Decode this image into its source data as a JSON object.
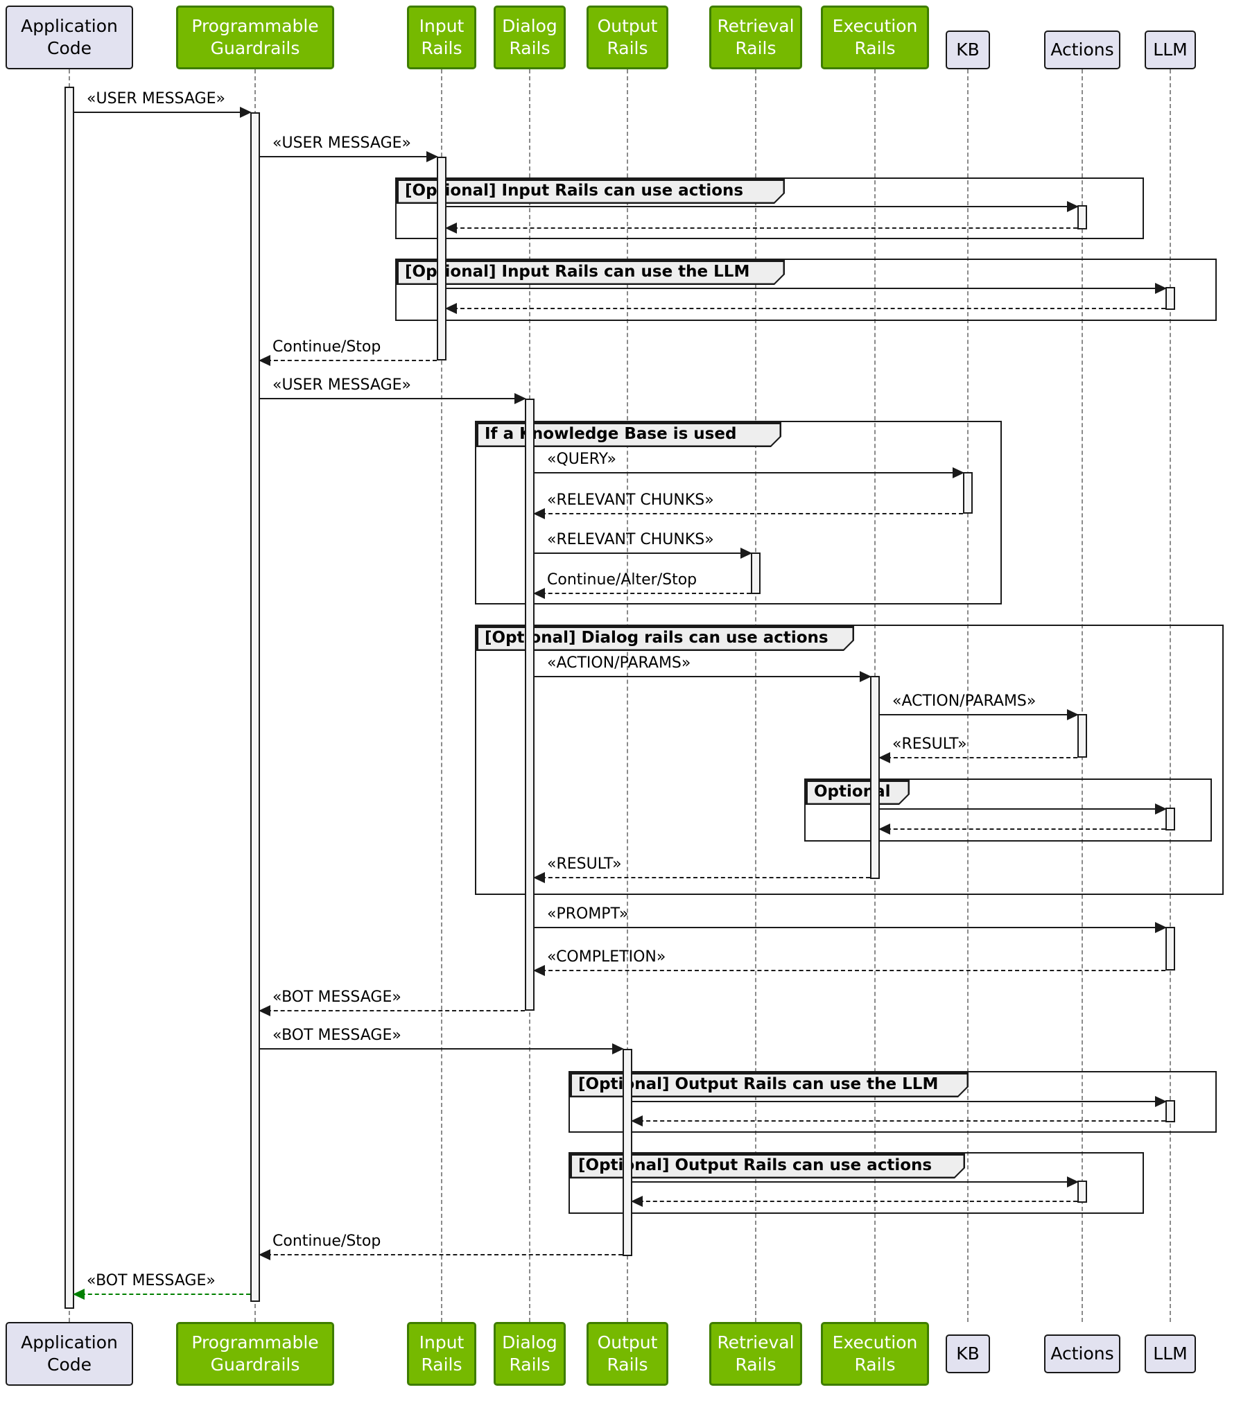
{
  "diagram_type": "uml-sequence-diagram",
  "colors": {
    "rail_green": "#76B900",
    "rail_green_border": "#3E7D00",
    "rail_green_text": "#FFFFFF",
    "neutral_bg": "#E2E2F0",
    "neutral_border": "#181818",
    "frame_label_bg": "#EEEEEE",
    "activation_bg": "#F4F4F4",
    "line_color": "#1A1A1A",
    "final_return": "#008000"
  },
  "participants": [
    {
      "id": "application-code",
      "label": "Application\nCode",
      "style": "neutral"
    },
    {
      "id": "programmable-guardrails",
      "label": "Programmable\nGuardrails",
      "style": "green"
    },
    {
      "id": "input-rails",
      "label": "Input\nRails",
      "style": "green"
    },
    {
      "id": "dialog-rails",
      "label": "Dialog\nRails",
      "style": "green"
    },
    {
      "id": "output-rails",
      "label": "Output\nRails",
      "style": "green"
    },
    {
      "id": "retrieval-rails",
      "label": "Retrieval\nRails",
      "style": "green"
    },
    {
      "id": "execution-rails",
      "label": "Execution\nRails",
      "style": "green"
    },
    {
      "id": "kb",
      "label": "KB",
      "style": "neutral"
    },
    {
      "id": "actions",
      "label": "Actions",
      "style": "neutral"
    },
    {
      "id": "llm",
      "label": "LLM",
      "style": "neutral"
    }
  ],
  "frames": [
    {
      "title": "[Optional] Input Rails can use actions"
    },
    {
      "title": "[Optional] Input Rails can use the LLM"
    },
    {
      "title": "If a Knowledge Base is used"
    },
    {
      "title": "[Optional] Dialog rails can use actions"
    },
    {
      "title": "Optional"
    },
    {
      "title": "[Optional] Output Rails can use the LLM"
    },
    {
      "title": "[Optional] Output Rails can use actions"
    }
  ],
  "messages": [
    {
      "label": "«USER MESSAGE»",
      "from": "application-code",
      "to": "programmable-guardrails",
      "kind": "solid"
    },
    {
      "label": "«USER MESSAGE»",
      "from": "programmable-guardrails",
      "to": "input-rails",
      "kind": "solid"
    },
    {
      "label": "",
      "from": "input-rails",
      "to": "actions",
      "kind": "solid"
    },
    {
      "label": "",
      "from": "actions",
      "to": "input-rails",
      "kind": "return"
    },
    {
      "label": "",
      "from": "input-rails",
      "to": "llm",
      "kind": "solid"
    },
    {
      "label": "",
      "from": "llm",
      "to": "input-rails",
      "kind": "return"
    },
    {
      "label": "Continue/Stop",
      "from": "input-rails",
      "to": "programmable-guardrails",
      "kind": "return"
    },
    {
      "label": "«USER MESSAGE»",
      "from": "programmable-guardrails",
      "to": "dialog-rails",
      "kind": "solid"
    },
    {
      "label": "«QUERY»",
      "from": "dialog-rails",
      "to": "kb",
      "kind": "solid"
    },
    {
      "label": "«RELEVANT CHUNKS»",
      "from": "kb",
      "to": "dialog-rails",
      "kind": "return"
    },
    {
      "label": "«RELEVANT CHUNKS»",
      "from": "dialog-rails",
      "to": "retrieval-rails",
      "kind": "solid"
    },
    {
      "label": "Continue/Alter/Stop",
      "from": "retrieval-rails",
      "to": "dialog-rails",
      "kind": "return"
    },
    {
      "label": "«ACTION/PARAMS»",
      "from": "dialog-rails",
      "to": "execution-rails",
      "kind": "solid"
    },
    {
      "label": "«ACTION/PARAMS»",
      "from": "execution-rails",
      "to": "actions",
      "kind": "solid"
    },
    {
      "label": "«RESULT»",
      "from": "actions",
      "to": "execution-rails",
      "kind": "return"
    },
    {
      "label": "",
      "from": "execution-rails",
      "to": "llm",
      "kind": "solid"
    },
    {
      "label": "",
      "from": "llm",
      "to": "execution-rails",
      "kind": "return"
    },
    {
      "label": "«RESULT»",
      "from": "execution-rails",
      "to": "dialog-rails",
      "kind": "return"
    },
    {
      "label": "«PROMPT»",
      "from": "dialog-rails",
      "to": "llm",
      "kind": "solid"
    },
    {
      "label": "«COMPLETION»",
      "from": "llm",
      "to": "dialog-rails",
      "kind": "return"
    },
    {
      "label": "«BOT MESSAGE»",
      "from": "dialog-rails",
      "to": "programmable-guardrails",
      "kind": "return"
    },
    {
      "label": "«BOT MESSAGE»",
      "from": "programmable-guardrails",
      "to": "output-rails",
      "kind": "solid"
    },
    {
      "label": "",
      "from": "output-rails",
      "to": "llm",
      "kind": "solid"
    },
    {
      "label": "",
      "from": "llm",
      "to": "output-rails",
      "kind": "return"
    },
    {
      "label": "",
      "from": "output-rails",
      "to": "actions",
      "kind": "solid"
    },
    {
      "label": "",
      "from": "actions",
      "to": "output-rails",
      "kind": "return"
    },
    {
      "label": "Continue/Stop",
      "from": "output-rails",
      "to": "programmable-guardrails",
      "kind": "return"
    },
    {
      "label": "«BOT MESSAGE»",
      "from": "programmable-guardrails",
      "to": "application-code",
      "kind": "return-green"
    }
  ]
}
